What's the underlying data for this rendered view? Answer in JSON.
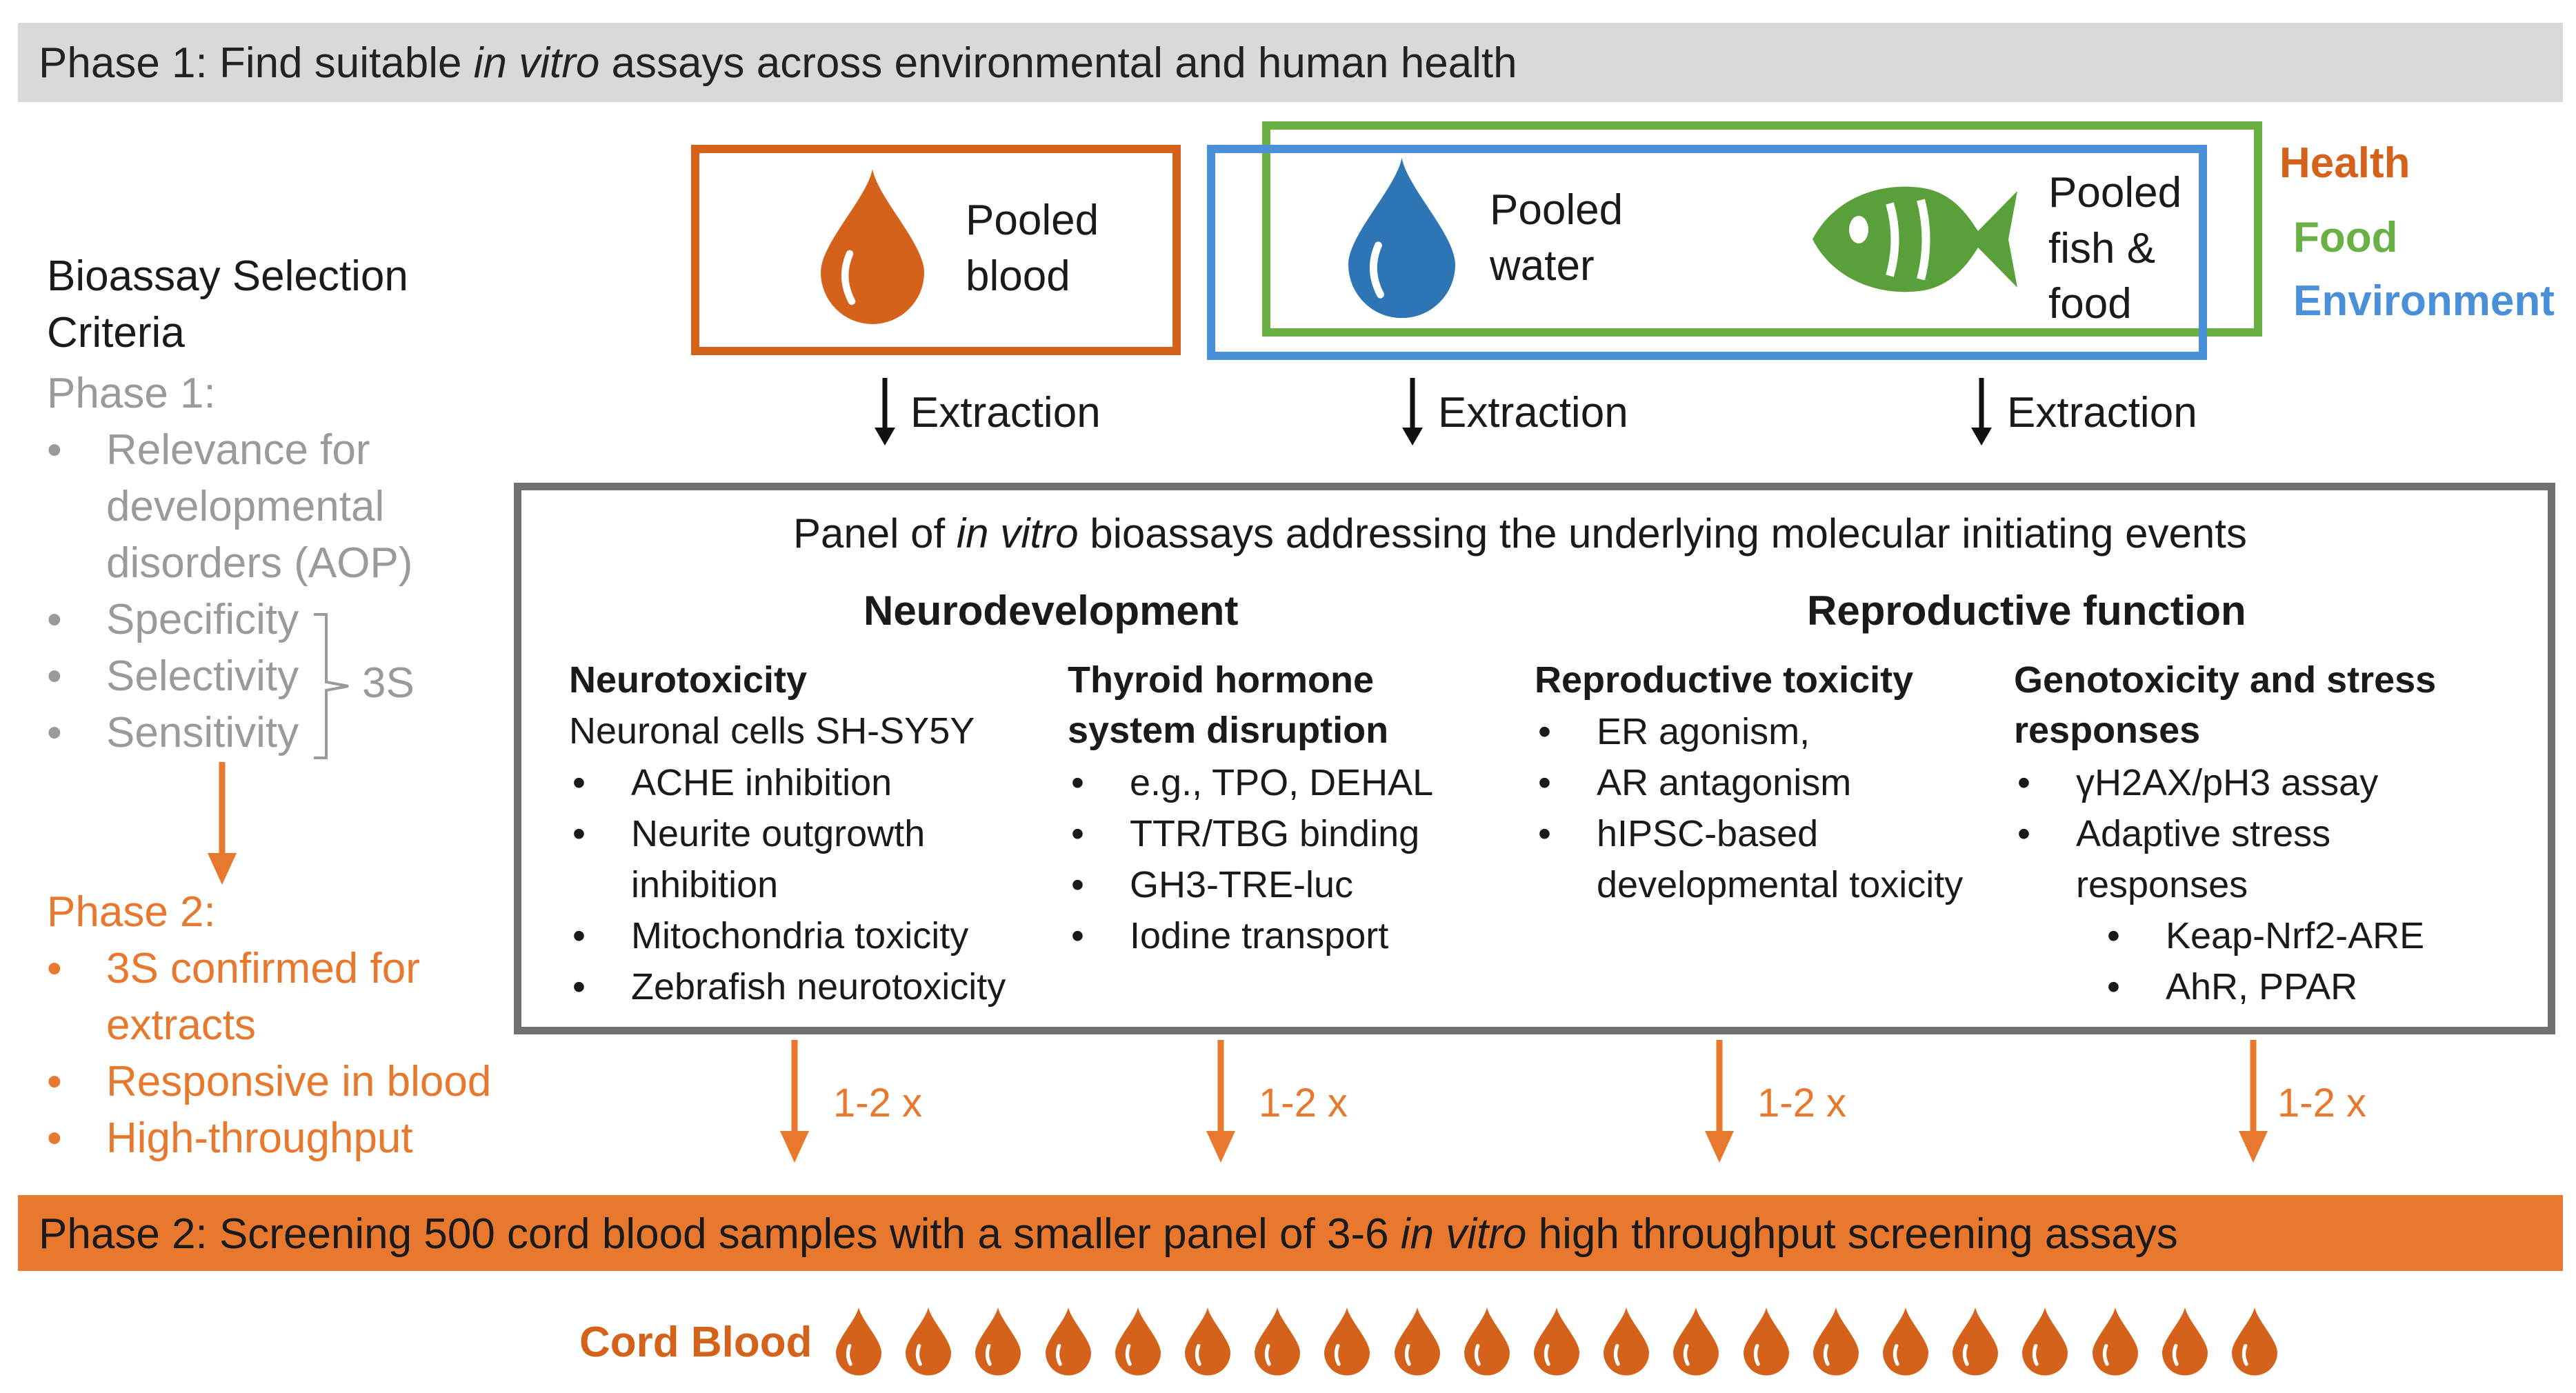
{
  "phase1_bar": {
    "prefix": "Phase 1: Find suitable ",
    "italic": "in vitro",
    "suffix": " assays across environmental and human health"
  },
  "sources": {
    "blood": {
      "line1": "Pooled",
      "line2": "blood"
    },
    "water": {
      "line1": "Pooled",
      "line2": "water"
    },
    "fish": {
      "line1": "Pooled",
      "line2": "fish &",
      "line3": "food"
    }
  },
  "legend": {
    "health": "Health",
    "food": "Food",
    "environment": "Environment"
  },
  "extraction_label": "Extraction",
  "criteria": {
    "title_line1": "Bioassay Selection",
    "title_line2": "Criteria",
    "phase1_label": "Phase 1:",
    "phase1_items": [
      [
        "Relevance for",
        "developmental",
        "disorders (AOP)"
      ],
      [
        "Specificity"
      ],
      [
        "Selectivity"
      ],
      [
        "Sensitivity"
      ]
    ],
    "bracket_label": "3S",
    "phase2_label": "Phase 2:",
    "phase2_items": [
      [
        "3S confirmed for",
        "extracts"
      ],
      [
        "Responsive in blood"
      ],
      [
        "High-throughput"
      ]
    ]
  },
  "panel": {
    "title_prefix": "Panel of ",
    "title_italic": "in vitro",
    "title_suffix": " bioassays addressing the underlying molecular initiating events",
    "neuro_heading": "Neurodevelopment",
    "repro_heading": "Reproductive function",
    "neurotoxicity": {
      "title": "Neurotoxicity",
      "subtitle": "Neuronal cells SH-SY5Y",
      "items": [
        "ACHE inhibition",
        "Neurite outgrowth",
        "inhibition",
        "Mitochondria toxicity",
        "Zebrafish neurotoxicity"
      ]
    },
    "thyroid": {
      "title_line1": "Thyroid hormone",
      "title_line2": "system disruption",
      "items": [
        "e.g., TPO, DEHAL",
        "TTR/TBG binding",
        "GH3-TRE-luc",
        "Iodine transport"
      ]
    },
    "repro_tox": {
      "title": "Reproductive toxicity",
      "items": [
        "ER agonism,",
        "AR antagonism",
        "hIPSC-based",
        "developmental toxicity"
      ]
    },
    "genotox": {
      "title_line1": "Genotoxicity and stress",
      "title_line2": "responses",
      "items": [
        "γH2AX/pH3 assay",
        "Adaptive stress",
        "responses"
      ],
      "subitems": [
        "Keap-Nrf2-ARE",
        "AhR, PPAR"
      ]
    }
  },
  "multiplier_label": "1-2 x",
  "phase2_bar": {
    "prefix": "Phase 2: Screening 500 cord blood samples with a smaller panel of 3-6 ",
    "italic": "in vitro",
    "suffix": " high throughput screening assays"
  },
  "cord_blood_label": "Cord Blood",
  "cord_blood_drop_count": 21,
  "colors": {
    "health": "#d4621a",
    "food": "#6ab045",
    "environment": "#4a90d9",
    "phase2": "#e8782d",
    "criteria_gray": "#9a9a9a"
  },
  "icons": [
    "blood-drop-icon",
    "water-drop-icon",
    "fish-icon",
    "down-arrow-icon",
    "orange-arrow-icon"
  ]
}
